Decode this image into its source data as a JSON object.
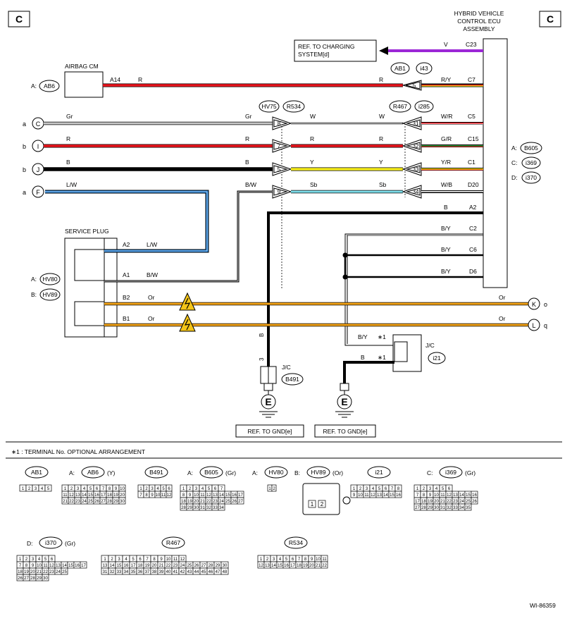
{
  "corner": {
    "left": "C",
    "right": "C"
  },
  "ecu": {
    "title_lines": [
      "HYBRID VEHICLE",
      "CONTROL ECU",
      "ASSEMBLY"
    ],
    "connectors": [
      {
        "label": "A:",
        "name": "B605"
      },
      {
        "label": "C:",
        "name": "i369"
      },
      {
        "label": "D:",
        "name": "i370"
      }
    ]
  },
  "charging_ref": {
    "lines": [
      "REF. TO CHARGING",
      "SYSTEM[d]"
    ],
    "wire": "V",
    "pin": "C23"
  },
  "airbag": {
    "title": "AIRBAG CM",
    "conn_label": "A:",
    "conn": "AB6",
    "pin": "A14",
    "wire": "R",
    "wire_right": "R"
  },
  "connector_tags": {
    "ab1": "AB1",
    "i43": "i43",
    "hv75": "HV75",
    "r534": "R534",
    "r467": "R467",
    "i285": "i285"
  },
  "left_wires": [
    {
      "prefix": "a",
      "symbol": "C",
      "color": "Gr",
      "mid": "Gr",
      "pin_left": "8",
      "after": "W",
      "before": "W",
      "pin_right": "31",
      "ecu_color": "W/R",
      "ecu_pin": "C5"
    },
    {
      "prefix": "b",
      "symbol": "I",
      "color": "R",
      "mid": "R",
      "pin_left": "7",
      "after": "R",
      "before": "R",
      "pin_right": "32",
      "ecu_color": "G/R",
      "ecu_pin": "C15"
    },
    {
      "prefix": "b",
      "symbol": "J",
      "color": "B",
      "mid": "B",
      "pin_left": "5",
      "after": "Y",
      "before": "Y",
      "pin_right": "33",
      "ecu_color": "Y/R",
      "ecu_pin": "C1"
    },
    {
      "prefix": "a",
      "symbol": "F",
      "color": "L/W",
      "mid": "B/W",
      "pin_left": "9",
      "after": "Sb",
      "before": "Sb",
      "pin_right": "34",
      "ecu_color": "W/B",
      "ecu_pin": "D20"
    }
  ],
  "ab_row": {
    "pin_right": "5",
    "ecu_color": "R/Y",
    "ecu_pin": "C7"
  },
  "ground_wires": [
    {
      "color": "B",
      "pin": "A2"
    },
    {
      "color": "B/Y",
      "pin": "C2"
    },
    {
      "color": "B/Y",
      "pin": "C6"
    },
    {
      "color": "B/Y",
      "pin": "D6"
    }
  ],
  "service_plug": {
    "title": "SERVICE PLUG",
    "conns": [
      {
        "label": "A:",
        "name": "HV80"
      },
      {
        "label": "B:",
        "name": "HV89"
      }
    ],
    "pins": [
      {
        "pin": "A2",
        "color": "L/W"
      },
      {
        "pin": "A1",
        "color": "B/W"
      },
      {
        "pin": "B2",
        "color": "Or"
      },
      {
        "pin": "B1",
        "color": "Or"
      }
    ]
  },
  "outputs": [
    {
      "color": "Or",
      "symbol": "K",
      "label": "o"
    },
    {
      "color": "Or",
      "symbol": "L",
      "label": "q"
    }
  ],
  "jc_left": {
    "title": "J/C",
    "name": "B491",
    "wire": "B",
    "pin": "3"
  },
  "jc_right": {
    "title": "J/C",
    "name": "i21",
    "wire1": "B/Y",
    "wire2": "B",
    "star1": "∗1",
    "star2": "∗1"
  },
  "grounds": {
    "symbol": "E",
    "ref1": "REF. TO GND[e]",
    "ref2": "REF. TO GND[e]"
  },
  "note": "∗1  : TERMINAL No. OPTIONAL ARRANGEMENT",
  "connector_views": [
    {
      "id": "AB1",
      "label": "",
      "name": "AB1",
      "suffix": "",
      "rows": [
        [
          "1",
          "2",
          "3",
          "4",
          "5"
        ]
      ]
    },
    {
      "id": "AB6",
      "label": "A:",
      "name": "AB6",
      "suffix": "(Y)",
      "rows": [
        [
          "1",
          "2",
          "3",
          "4",
          "5",
          "6",
          "7",
          "8",
          "9",
          "10"
        ],
        [
          "11",
          "12",
          "13",
          "14",
          "15",
          "16",
          "17",
          "18",
          "19",
          "20"
        ],
        [
          "21",
          "22",
          "23",
          "24",
          "25",
          "26",
          "27",
          "28",
          "29",
          "30"
        ]
      ]
    },
    {
      "id": "B491",
      "label": "",
      "name": "B491",
      "suffix": "",
      "rows": [
        [
          "1",
          "2",
          "3",
          "4",
          "5",
          "6"
        ],
        [
          "7",
          "8",
          "9",
          "10",
          "11",
          "12"
        ]
      ]
    },
    {
      "id": "B605",
      "label": "A:",
      "name": "B605",
      "suffix": "(Gr)",
      "rows": [
        [
          "1",
          "2",
          "3",
          "4",
          "5",
          "6",
          "7"
        ],
        [
          "8",
          "9",
          "10",
          "11",
          "12",
          "13",
          "14",
          "15",
          "16",
          "17"
        ],
        [
          "18",
          "19",
          "20",
          "21",
          "22",
          "23",
          "24",
          "25",
          "26",
          "27"
        ],
        [
          "28",
          "29",
          "30",
          "31",
          "32",
          "33",
          "34"
        ]
      ]
    },
    {
      "id": "HV80",
      "label": "A:",
      "name": "HV80",
      "suffix": "",
      "rows": [
        [
          "1",
          "2"
        ]
      ]
    },
    {
      "id": "HV89",
      "label": "B:",
      "name": "HV89",
      "suffix": "(Or)",
      "rows": [
        [
          "1",
          "2"
        ]
      ]
    },
    {
      "id": "i21",
      "label": "",
      "name": "i21",
      "suffix": "",
      "rows": [
        [
          "1",
          "2",
          "3",
          "4",
          "5",
          "6",
          "7",
          "8"
        ],
        [
          "9",
          "10",
          "11",
          "12",
          "13",
          "14",
          "15",
          "16"
        ]
      ]
    },
    {
      "id": "i369",
      "label": "C:",
      "name": "i369",
      "suffix": "(Gr)",
      "rows": [
        [
          "1",
          "2",
          "3",
          "4",
          "5",
          "6"
        ],
        [
          "7",
          "8",
          "9",
          "10",
          "11",
          "12",
          "13",
          "14",
          "15",
          "16"
        ],
        [
          "17",
          "18",
          "19",
          "20",
          "21",
          "22",
          "23",
          "24",
          "25",
          "26"
        ],
        [
          "27",
          "28",
          "29",
          "30",
          "31",
          "32",
          "33",
          "34",
          "35"
        ]
      ]
    },
    {
      "id": "i370",
      "label": "D:",
      "name": "i370",
      "suffix": "(Gr)",
      "rows": [
        [
          "1",
          "2",
          "3",
          "4",
          "5",
          "6"
        ],
        [
          "7",
          "8",
          "9",
          "10",
          "11",
          "12",
          "13",
          "14",
          "15",
          "16",
          "17"
        ],
        [
          "18",
          "19",
          "20",
          "21",
          "22",
          "23",
          "24",
          "25"
        ],
        [
          "26",
          "27",
          "28",
          "29",
          "30"
        ]
      ]
    },
    {
      "id": "R467",
      "label": "",
      "name": "R467",
      "suffix": "",
      "rows": [
        [
          "1",
          "2",
          "3",
          "4",
          "5",
          "6",
          "7",
          "8",
          "9",
          "10",
          "11",
          "12"
        ],
        [
          "13",
          "14",
          "15",
          "16",
          "17",
          "18",
          "19",
          "20",
          "21",
          "22",
          "23",
          "24",
          "25",
          "26",
          "27",
          "28",
          "29",
          "30"
        ],
        [
          "31",
          "32",
          "33",
          "34",
          "35",
          "36",
          "37",
          "38",
          "39",
          "40",
          "41",
          "42",
          "43",
          "44",
          "45",
          "46",
          "47",
          "48"
        ]
      ]
    },
    {
      "id": "R534",
      "label": "",
      "name": "R534",
      "suffix": "",
      "rows": [
        [
          "1",
          "2",
          "3",
          "4",
          "5",
          "6",
          "7",
          "8",
          "9",
          "10",
          "11"
        ],
        [
          "12",
          "13",
          "14",
          "15",
          "16",
          "17",
          "18",
          "19",
          "20",
          "21",
          "22"
        ]
      ]
    }
  ],
  "figure_id": "WI-86359",
  "colors": {
    "red": "#e8141c",
    "gray": "#c8c8c8",
    "yellow": "#f7ee1a",
    "green": "#1a9a3a",
    "violet": "#9b26d6",
    "orange": "#f4a417",
    "blue": "#1a7ad0",
    "cyan": "#7fe0ec"
  }
}
